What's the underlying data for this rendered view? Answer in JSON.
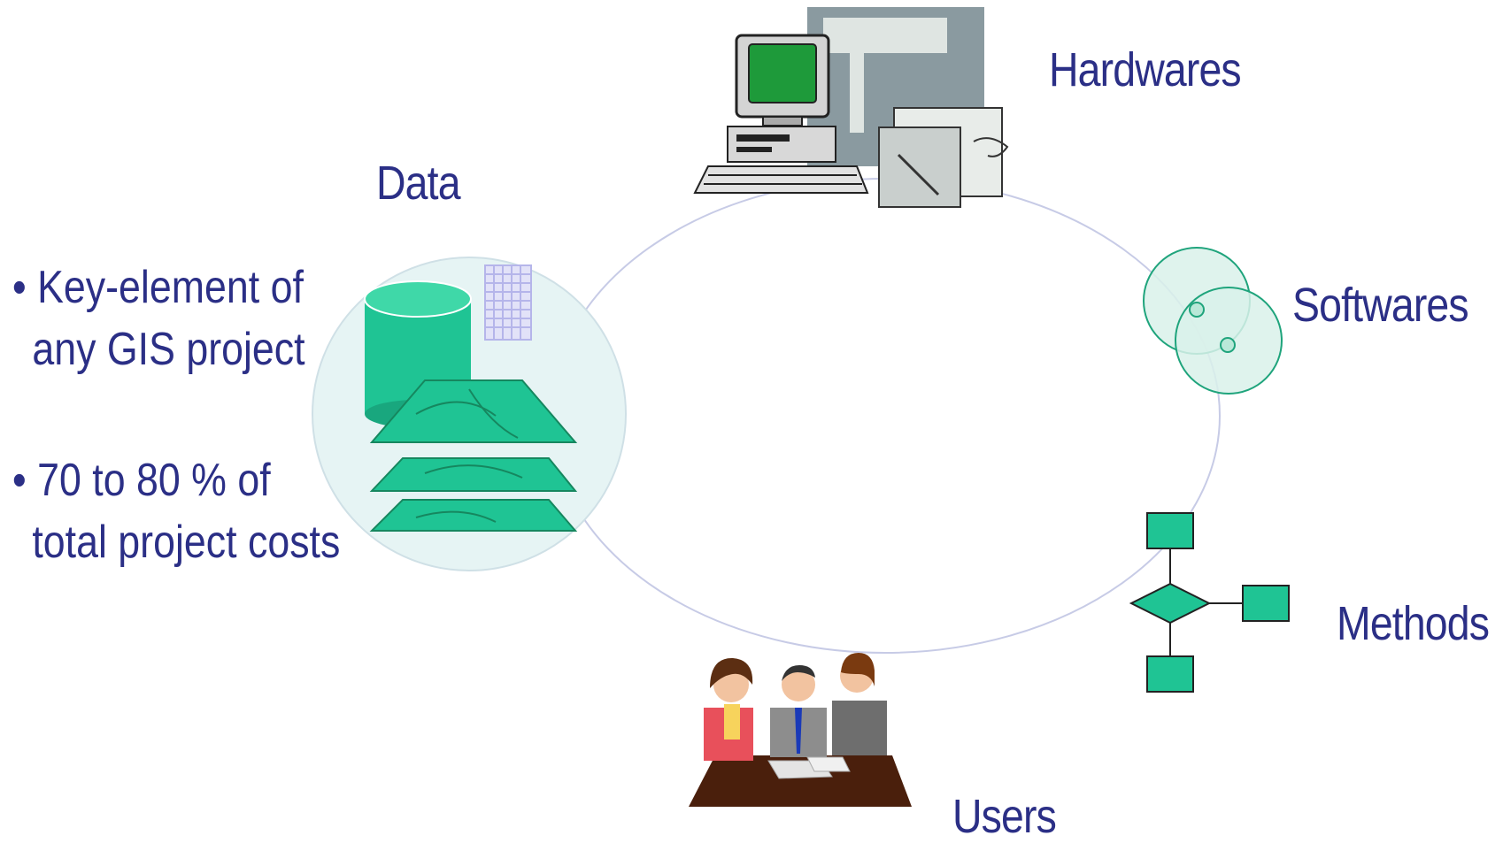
{
  "components": {
    "hardwares": "Hardwares",
    "data": "Data",
    "softwares": "Softwares",
    "methods": "Methods",
    "users": "Users"
  },
  "data_notes": [
    {
      "bullet": "•",
      "line1": "Key-element of",
      "line2": "any GIS project"
    },
    {
      "bullet": "•",
      "line1": "70 to 80 % of",
      "line2": "total project costs"
    }
  ],
  "colors": {
    "text": "#2b2f86",
    "accent_green": "#1fc494",
    "ellipse": "#c7cbe6",
    "data_circle_fill": "#e6f4f4"
  },
  "icons": {
    "hardwares": "computer-workstation-icon",
    "data": "database-layers-icon",
    "softwares": "software-discs-icon",
    "methods": "flowchart-icon",
    "users": "meeting-people-icon"
  }
}
